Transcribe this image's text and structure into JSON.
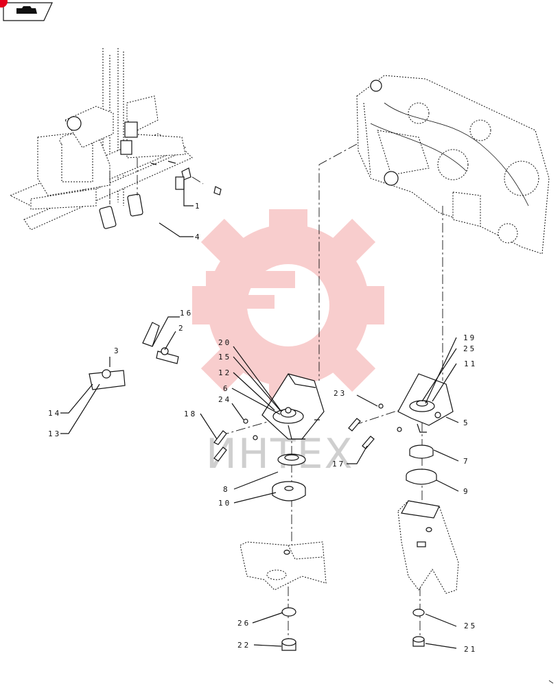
{
  "watermark": {
    "text": "ИНТЕХ",
    "color": "#f4a6a6"
  },
  "callouts": {
    "c1": "1",
    "c2": "2",
    "c3": "3",
    "c4": "4",
    "c5": "5",
    "c6": "6",
    "c7": "7",
    "c8": "8",
    "c9": "9",
    "c10": "10",
    "c11": "11",
    "c12": "12",
    "c13": "13",
    "c14": "14",
    "c15": "15",
    "c16": "16",
    "c17": "17",
    "c18": "18",
    "c19": "19",
    "c20": "20",
    "c21": "21",
    "c22": "22",
    "c23": "23",
    "c24": "24",
    "c25a": "25",
    "c25b": "25",
    "c26": "26"
  },
  "icons": {
    "nav": "hand-pointer-icon",
    "badge_color": "#e3001b"
  }
}
